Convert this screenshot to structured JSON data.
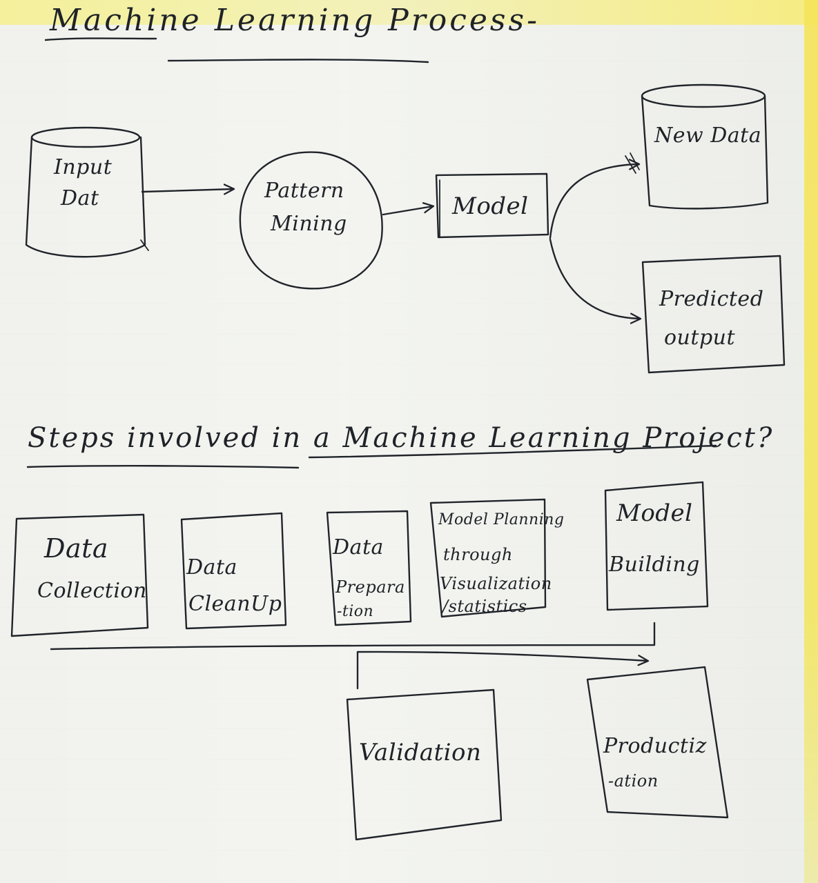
{
  "process": {
    "title": "Machine Learning Process-",
    "nodes": {
      "input_line1": "Input",
      "input_line2": "Dat",
      "pattern_line1": "Pattern",
      "pattern_line2": "Mining",
      "model": "Model",
      "newdata": "New Data",
      "predicted_line1": "Predicted",
      "predicted_line2": "output"
    }
  },
  "steps": {
    "title": "Steps involved in a Machine Learning Project?",
    "items": [
      {
        "line1": "Data",
        "line2": "Collection"
      },
      {
        "line1": "Data",
        "line2": "CleanUp"
      },
      {
        "line1": "Data",
        "line2": "Prepara",
        "line3": "-tion"
      },
      {
        "line1": "Model Planning",
        "line2": "through",
        "line3": "Visualization",
        "line4": "/statistics"
      },
      {
        "line1": "Model",
        "line2": "Building"
      },
      {
        "line1": "Validation"
      },
      {
        "line1": "Productiz",
        "line2": "-ation"
      }
    ]
  }
}
